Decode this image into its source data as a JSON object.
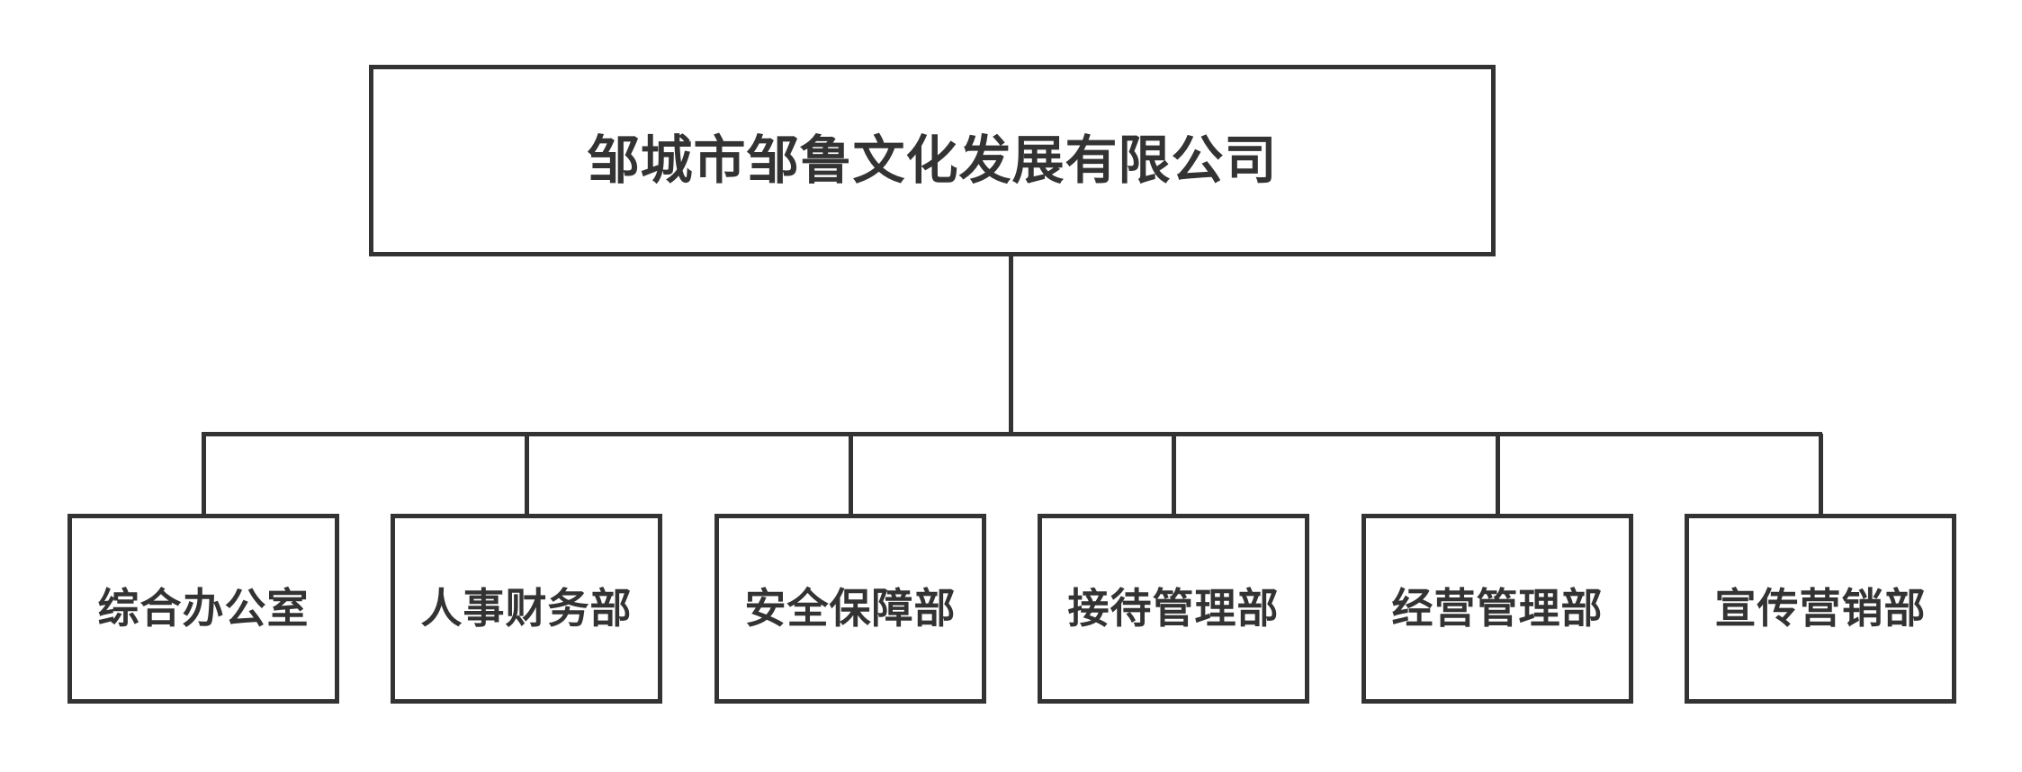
{
  "diagram": {
    "type": "organizational-chart",
    "orientation": "top-down",
    "levels": 2,
    "line_color": "#333333",
    "box_fill": "#ffffff",
    "text_color": "#333333",
    "root": {
      "label": "邹城市邹鲁文化发展有限公司"
    },
    "children": [
      {
        "label": "综合办公室"
      },
      {
        "label": "人事财务部"
      },
      {
        "label": "安全保障部"
      },
      {
        "label": "接待管理部"
      },
      {
        "label": "经营管理部"
      },
      {
        "label": "宣传营销部"
      }
    ]
  }
}
